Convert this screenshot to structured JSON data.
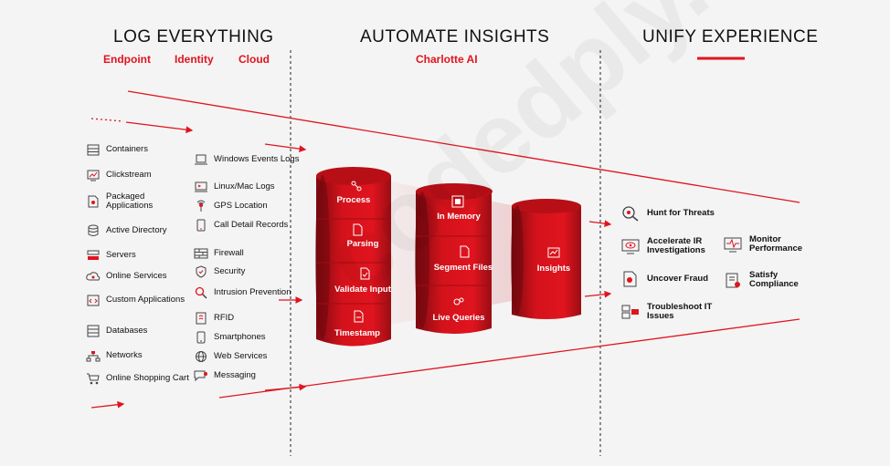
{
  "sections": {
    "log": {
      "title": "LOG EVERYTHING",
      "tags": [
        "Endpoint",
        "Identity",
        "Cloud"
      ]
    },
    "automate": {
      "title": "AUTOMATE INSIGHTS",
      "subtitle": "Charlotte AI"
    },
    "unify": {
      "title": "UNIFY EXPERIENCE"
    }
  },
  "sources_col1": [
    {
      "label": "Containers",
      "icon": "containers-icon"
    },
    {
      "label": "Clickstream",
      "icon": "clickstream-icon"
    },
    {
      "label": "Packaged Applications",
      "icon": "packaged-app-icon"
    },
    {
      "label": "Active Directory",
      "icon": "directory-icon"
    },
    {
      "label": "Servers",
      "icon": "server-icon"
    },
    {
      "label": "Online Services",
      "icon": "cloud-icon"
    },
    {
      "label": "Custom Applications",
      "icon": "code-icon"
    },
    {
      "label": "Databases",
      "icon": "database-icon"
    },
    {
      "label": "Networks",
      "icon": "network-icon"
    },
    {
      "label": "Online Shopping Cart",
      "icon": "cart-icon"
    }
  ],
  "sources_col2": [
    {
      "label": "Windows Events Logs",
      "icon": "laptop-icon"
    },
    {
      "label": "Linux/Mac Logs",
      "icon": "terminal-icon"
    },
    {
      "label": "GPS Location",
      "icon": "gps-icon"
    },
    {
      "label": "Call Detail Records",
      "icon": "phone-icon"
    },
    {
      "label": "Firewall",
      "icon": "firewall-icon"
    },
    {
      "label": "Security",
      "icon": "shield-icon"
    },
    {
      "label": "Intrusion Prevention",
      "icon": "magnifier-icon"
    },
    {
      "label": "RFID",
      "icon": "rfid-icon"
    },
    {
      "label": "Smartphones",
      "icon": "smartphone-icon"
    },
    {
      "label": "Web Services",
      "icon": "globe-icon"
    },
    {
      "label": "Messaging",
      "icon": "message-icon"
    }
  ],
  "pipeline": {
    "stage1": [
      "Process",
      "Parsing",
      "Validate Input",
      "Timestamp"
    ],
    "stage2": [
      "In Memory",
      "Segment Files",
      "Live Queries"
    ],
    "stage3": [
      "Insights"
    ]
  },
  "outcomes": [
    {
      "label": "Hunt for Threats",
      "icon": "search-threat-icon"
    },
    {
      "label": "Accelerate IR Investigations",
      "icon": "monitor-eye-icon"
    },
    {
      "label": "Monitor Performance",
      "icon": "monitor-pulse-icon"
    },
    {
      "label": "Uncover Fraud",
      "icon": "fraud-doc-icon"
    },
    {
      "label": "Satisfy Compliance",
      "icon": "compliance-icon"
    },
    {
      "label": "Troubleshoot IT Issues",
      "icon": "troubleshoot-icon"
    }
  ],
  "watermark": "codedply.net",
  "colors": {
    "accent": "#e0141e",
    "dark_red": "#8f0d14",
    "text": "#111111"
  }
}
